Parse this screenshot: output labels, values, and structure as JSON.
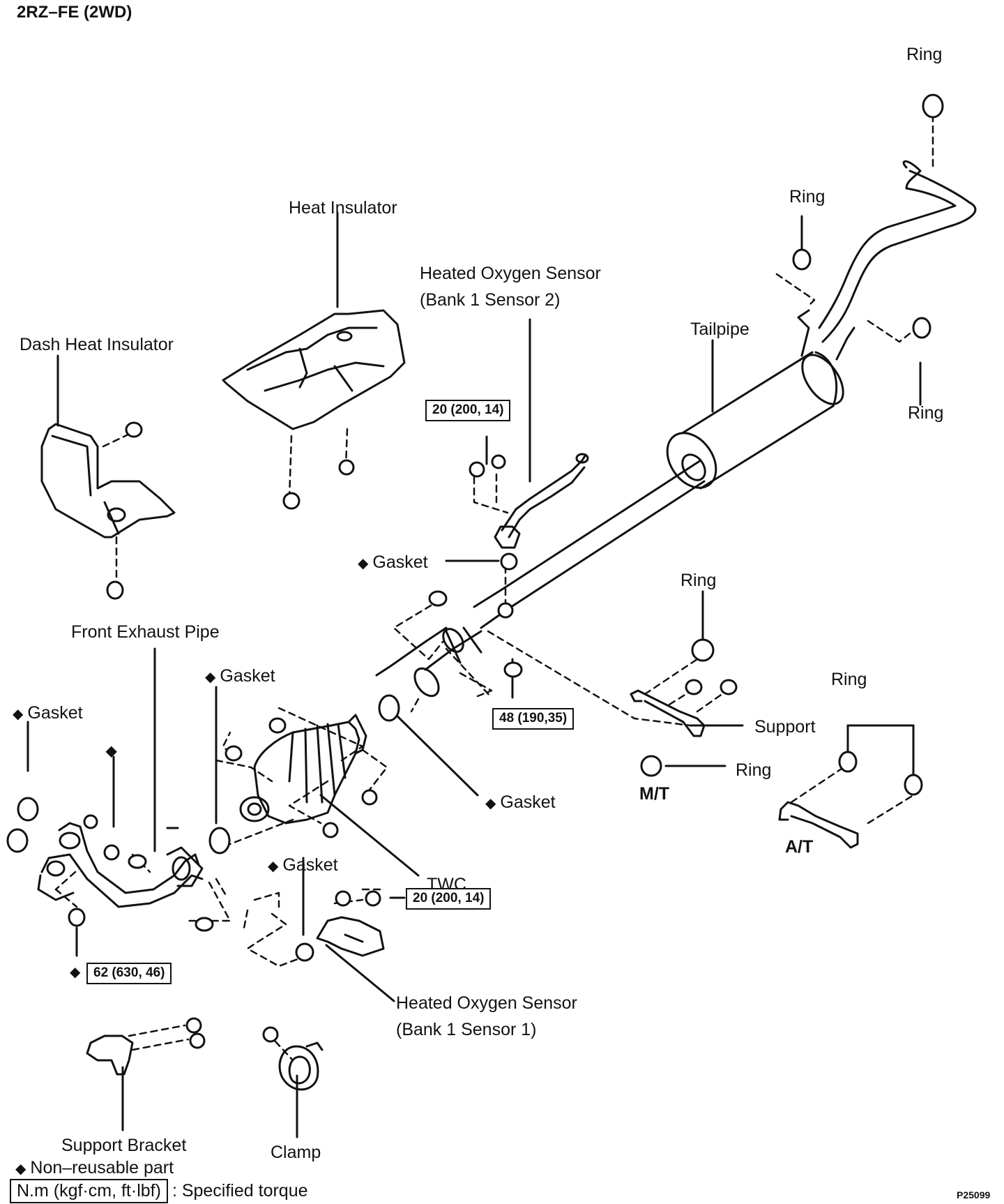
{
  "title": "2RZ–FE (2WD)",
  "diamond_symbol": "◆",
  "labels": {
    "ring_top": "Ring",
    "ring_upper": "Ring",
    "ring_right": "Ring",
    "heat_insulator": "Heat Insulator",
    "heated_o2_sensor_bank1_s2": "Heated Oxygen Sensor",
    "heated_o2_sensor_bank1_s2_sub": "(Bank 1 Sensor 2)",
    "tailpipe": "Tailpipe",
    "dash_heat_insulator": "Dash Heat Insulator",
    "gasket_center": "Gasket",
    "ring_mid": "Ring",
    "front_exhaust_pipe": "Front Exhaust Pipe",
    "gasket_mid": "Gasket",
    "gasket_left": "Gasket",
    "ring_at": "Ring",
    "support": "Support",
    "ring_mt": "Ring",
    "mt": "M/T",
    "at": "A/T",
    "gasket_twc": "Gasket",
    "gasket_lower": "Gasket",
    "twc": "TWC",
    "heated_o2_sensor_bank1_s1": "Heated Oxygen Sensor",
    "heated_o2_sensor_bank1_s1_sub": "(Bank 1 Sensor 1)",
    "support_bracket": "Support Bracket",
    "clamp": "Clamp"
  },
  "torques": {
    "sensor2": "20 (200, 14)",
    "flange": "48 (190,35)",
    "sensor1": "20 (200, 14)",
    "manifold": "62 (630, 46)"
  },
  "legend": {
    "non_reusable": "Non–reusable part",
    "torque_box": "N.m (kgf·cm, ft·lbf)",
    "torque_desc": ": Specified torque"
  },
  "figure_code": "P25099"
}
